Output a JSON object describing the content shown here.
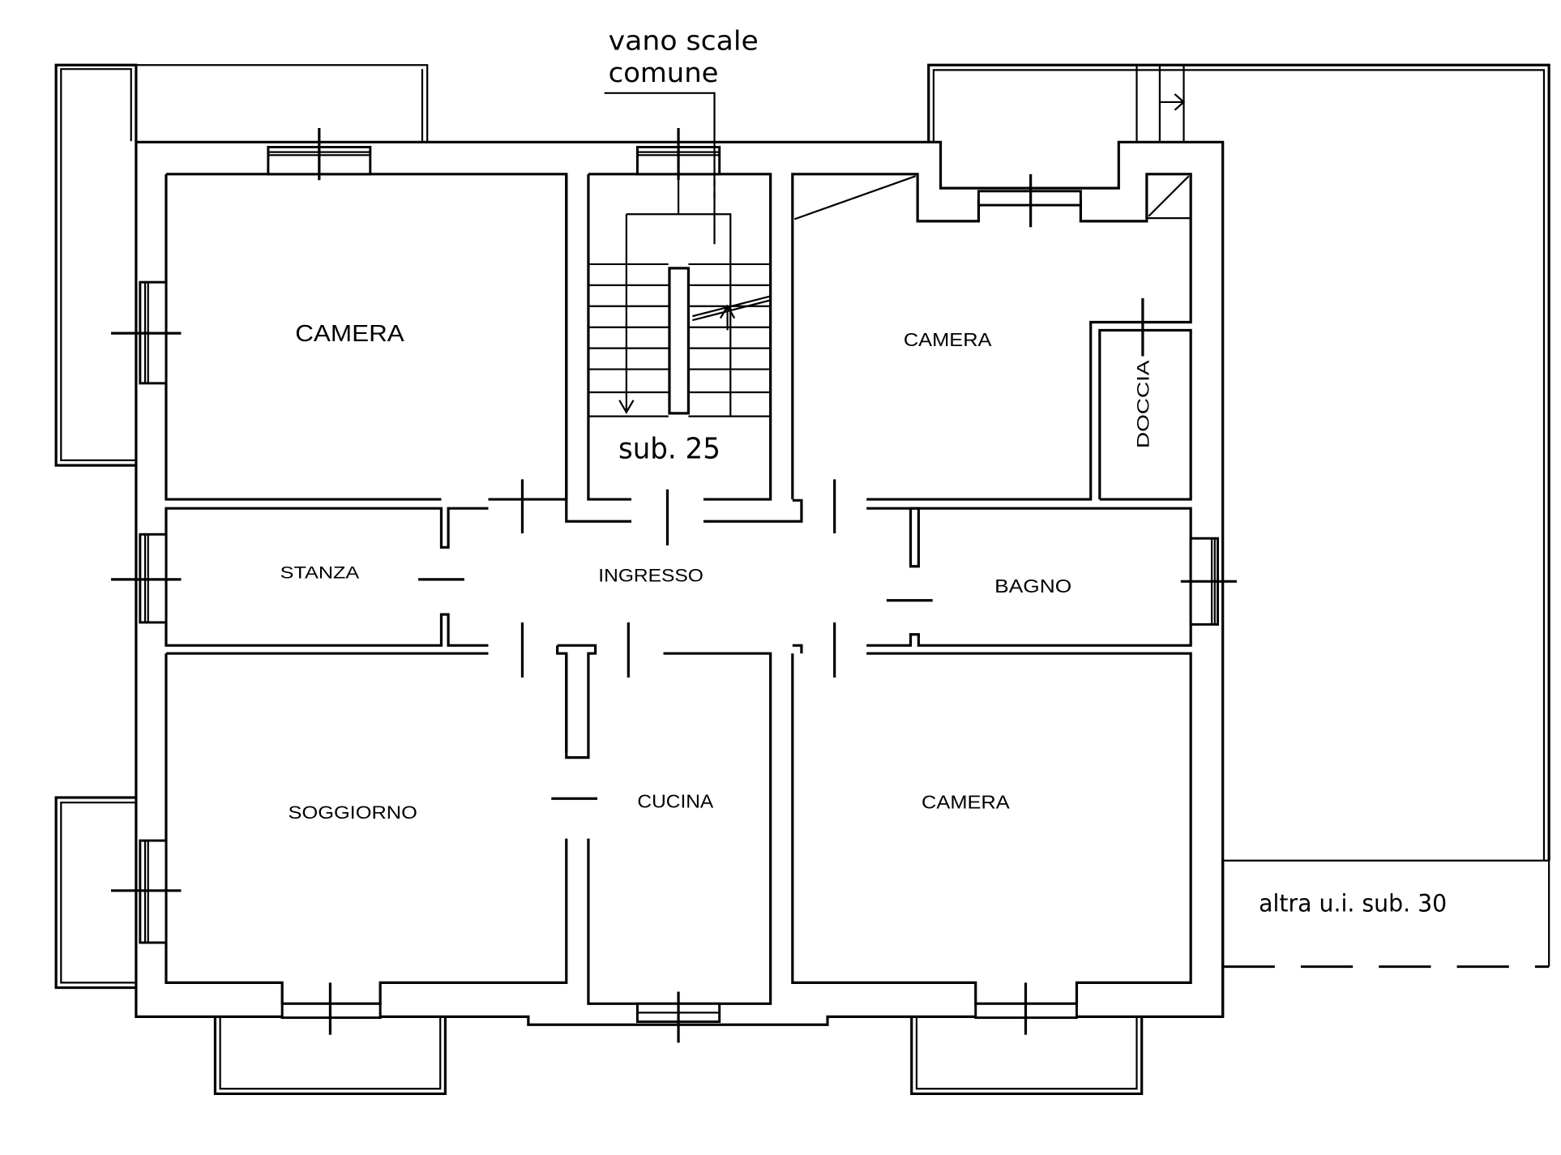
{
  "labels": {
    "common_stair": [
      "vano scale",
      "comune"
    ],
    "sub_number": "sub. 25",
    "camera_nw": "CAMERA",
    "camera_ne": "CAMERA",
    "camera_se": "CAMERA",
    "stanza": "STANZA",
    "ingresso": "INGRESSO",
    "bagno": "BAGNO",
    "doccia": "DOCCIA",
    "soggiorno": "SOGGIORNO",
    "cucina": "CUCINA",
    "other_unit": "altra u.i. sub. 30"
  }
}
